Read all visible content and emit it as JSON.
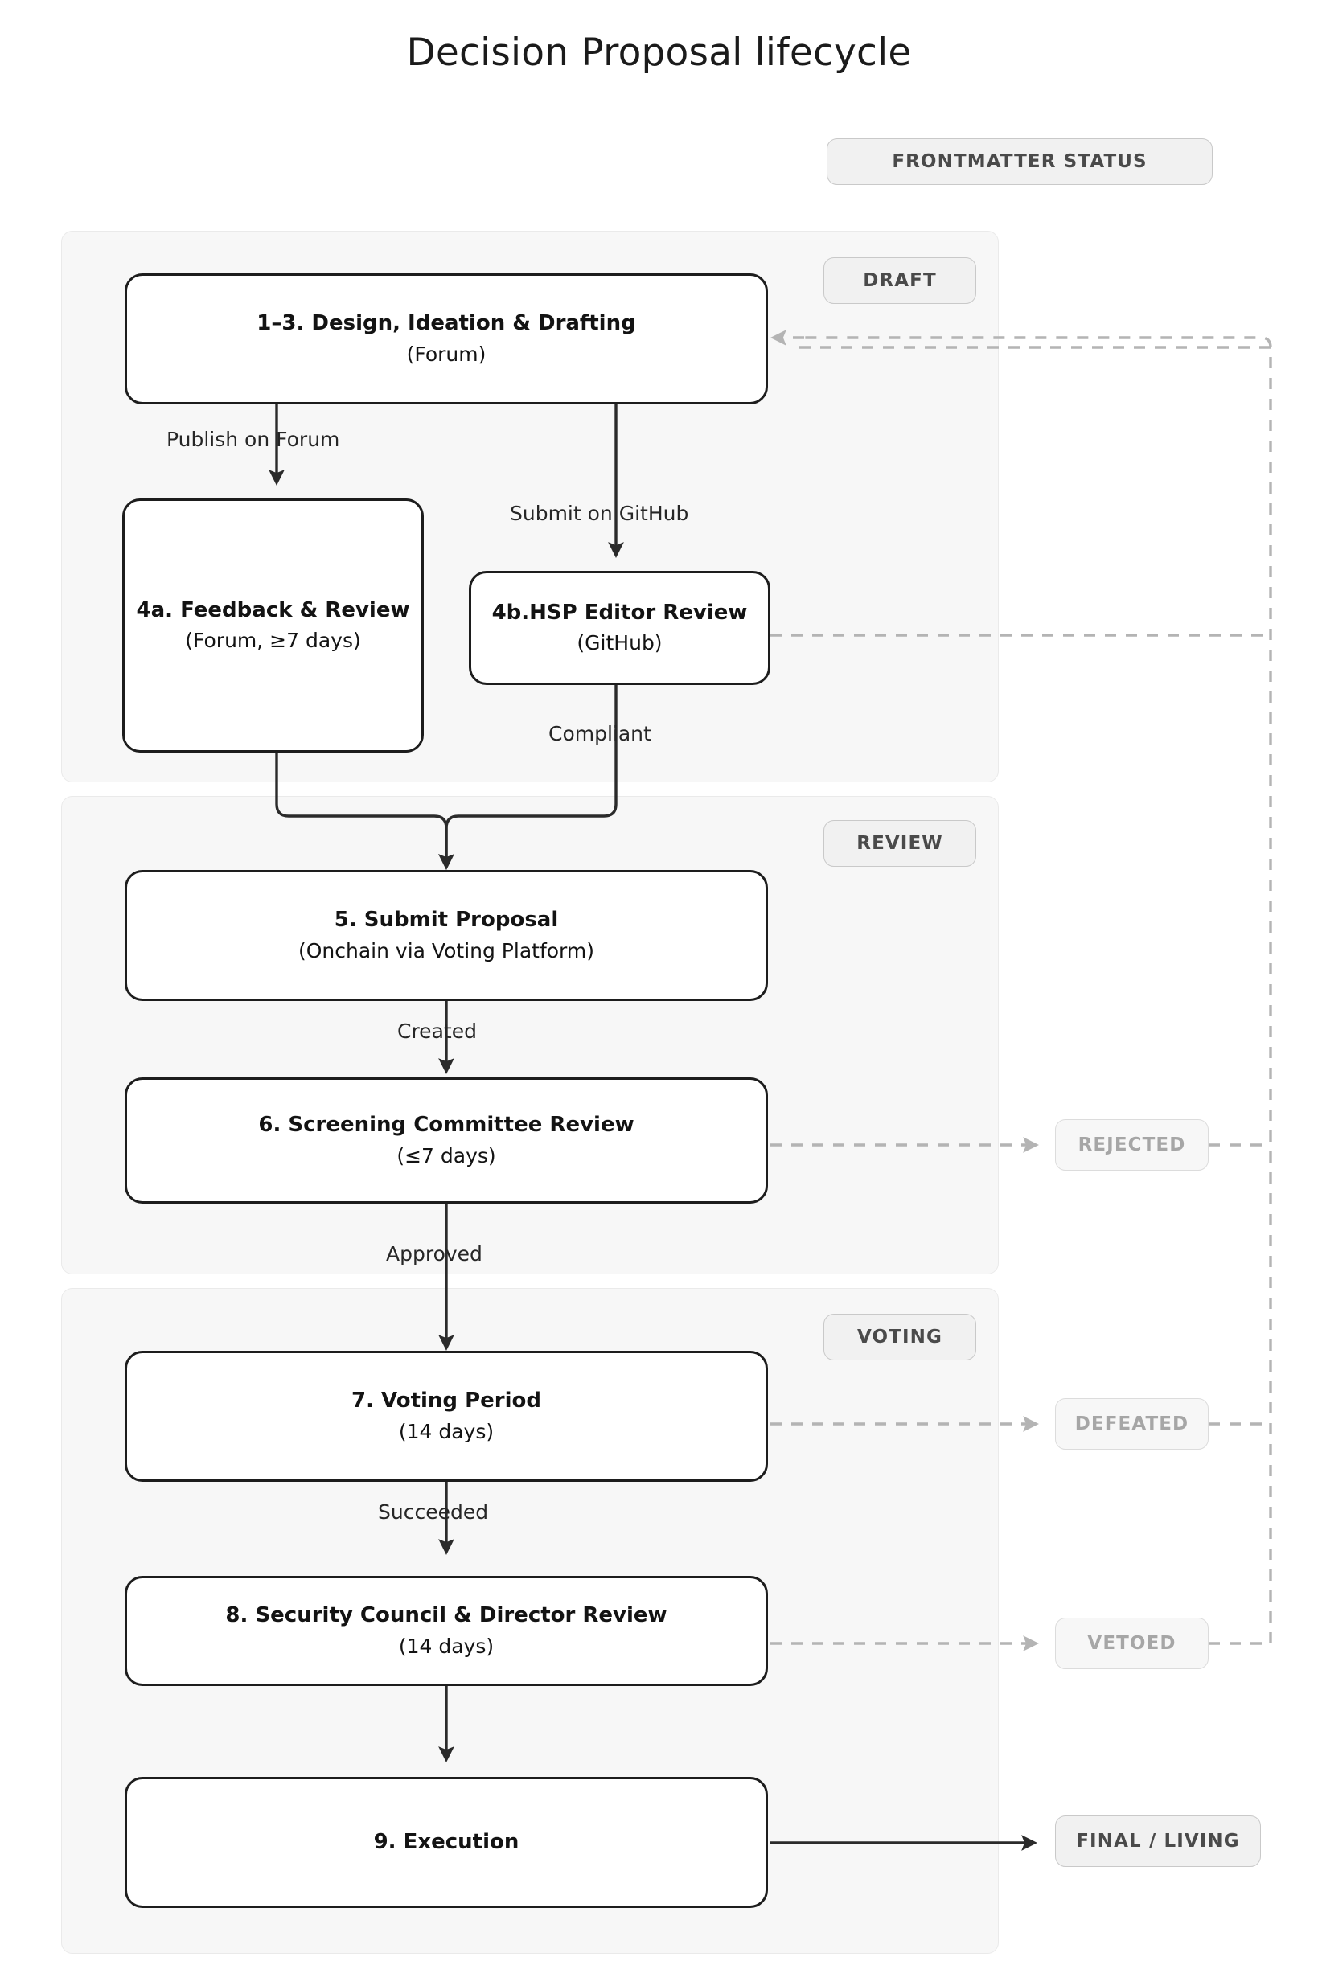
{
  "title": "Decision Proposal lifecycle",
  "legend": {
    "frontmatter_status": "FRONTMATTER STATUS"
  },
  "clusters": [
    {
      "id": "draft",
      "label": "DRAFT"
    },
    {
      "id": "review",
      "label": "REVIEW"
    },
    {
      "id": "voting",
      "label": "VOTING"
    }
  ],
  "nodes": {
    "n1": {
      "title": "1–3. Design, Ideation & Drafting",
      "sub": "(Forum)"
    },
    "n4a": {
      "title": "4a. Feedback & Review",
      "sub": "(Forum, ≥7 days)"
    },
    "n4b": {
      "title": "4b.HSP Editor Review",
      "sub": "(GitHub)"
    },
    "n5": {
      "title": "5. Submit Proposal",
      "sub": "(Onchain via Voting Platform)"
    },
    "n6": {
      "title": "6. Screening Committee Review",
      "sub": "(≤7 days)"
    },
    "n7": {
      "title": "7. Voting Period",
      "sub": "(14 days)"
    },
    "n8": {
      "title": "8. Security Council & Director Review",
      "sub": "(14 days)"
    },
    "n9": {
      "title": "9. Execution",
      "sub": ""
    }
  },
  "edge_labels": {
    "publish": "Publish on Forum",
    "submit": "Submit on GitHub",
    "compliant": "Compliant",
    "created": "Created",
    "approved": "Approved",
    "succeeded": "Succeeded"
  },
  "status_badges": {
    "rejected": "REJECTED",
    "defeated": "DEFEATED",
    "vetoed": "VETOED",
    "final_living": "FINAL / LIVING"
  },
  "colors": {
    "node_border": "#1d1d1d",
    "node_fill": "#ffffff",
    "cluster_fill": "#f7f7f7",
    "cluster_border": "#eaeaea",
    "edge_solid": "#2b2b2b",
    "edge_dashed": "#b4b4b4",
    "badge_fill": "#f1f1f1",
    "badge_border": "#c9c9c9",
    "badge_text": "#4a4a4a",
    "badge_muted_text": "#a6a6a6",
    "title_text": "#1b1b1b"
  }
}
